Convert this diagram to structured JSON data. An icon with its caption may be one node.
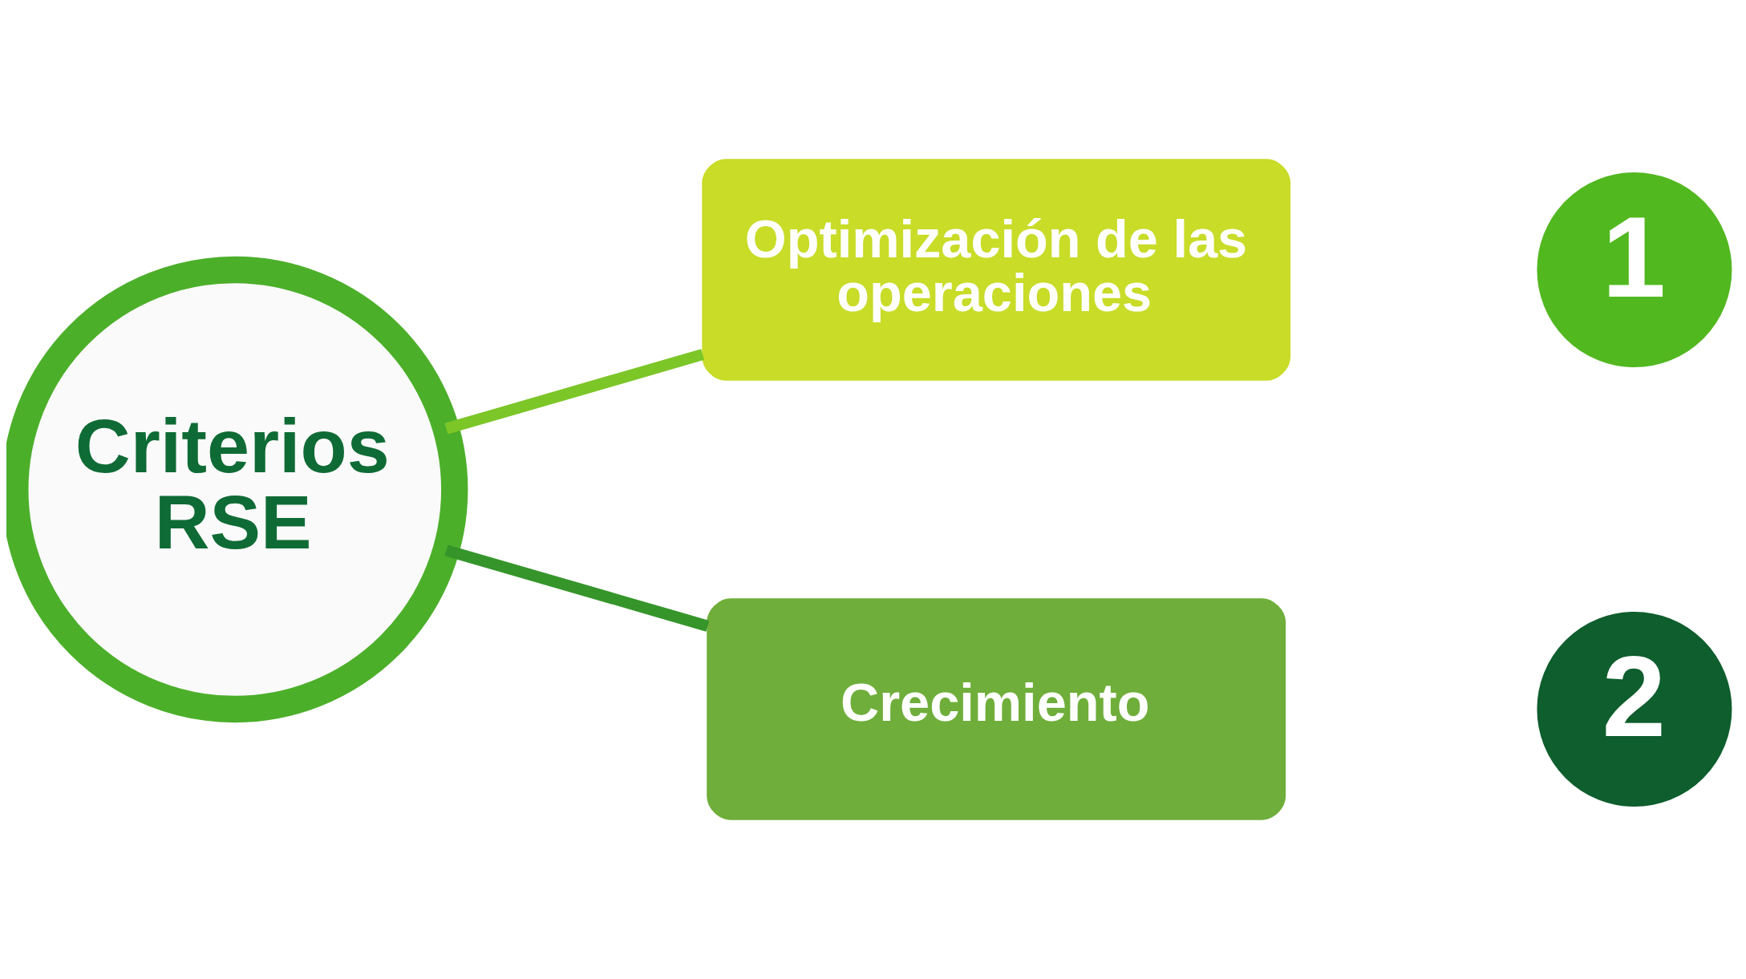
{
  "diagram": {
    "nodes": [
      {
        "text": [
          "Criterios RSE"
        ]
      },
      {
        "text": [
          "Optimización de las operaciones"
        ]
      },
      {
        "text": [
          "Crecimiento"
        ]
      },
      {
        "text": [
          "1"
        ]
      },
      {
        "text": [
          "2"
        ]
      }
    ],
    "edges": [
      {
        "from": 0,
        "to": 1,
        "arrow": "none",
        "color": "#7cc628"
      },
      {
        "from": 0,
        "to": 2,
        "arrow": "none",
        "color": "#35952a"
      }
    ]
  }
}
